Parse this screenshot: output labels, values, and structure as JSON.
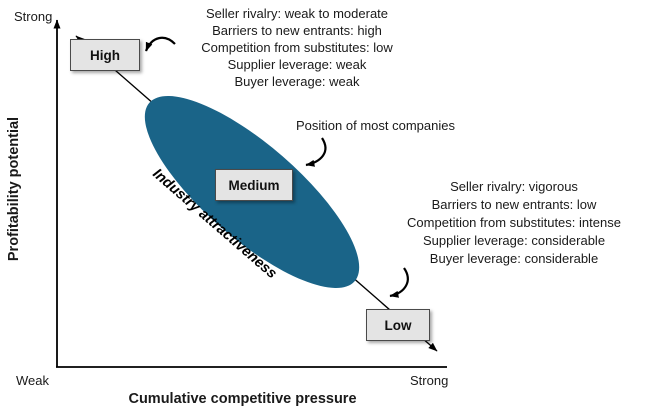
{
  "colors": {
    "ellipse": "#1a6488"
  },
  "axes": {
    "y_top": "Strong",
    "y_bottom": "Weak",
    "x_right": "Strong",
    "y_title": "Profitability potential",
    "x_title": "Cumulative competitive pressure"
  },
  "nodes": {
    "high": "High",
    "medium": "Medium",
    "low": "Low"
  },
  "ellipse_label": "Industry attractiveness",
  "annotations": {
    "high_factors": [
      "Seller rivalry: weak to moderate",
      "Barriers to new entrants: high",
      "Competition from substitutes: low",
      "Supplier leverage: weak",
      "Buyer leverage: weak"
    ],
    "position_note": "Position of most companies",
    "low_factors": [
      "Seller rivalry: vigorous",
      "Barriers to new entrants: low",
      "Competition from substitutes: intense",
      "Supplier leverage: considerable",
      "Buyer leverage: considerable"
    ]
  }
}
